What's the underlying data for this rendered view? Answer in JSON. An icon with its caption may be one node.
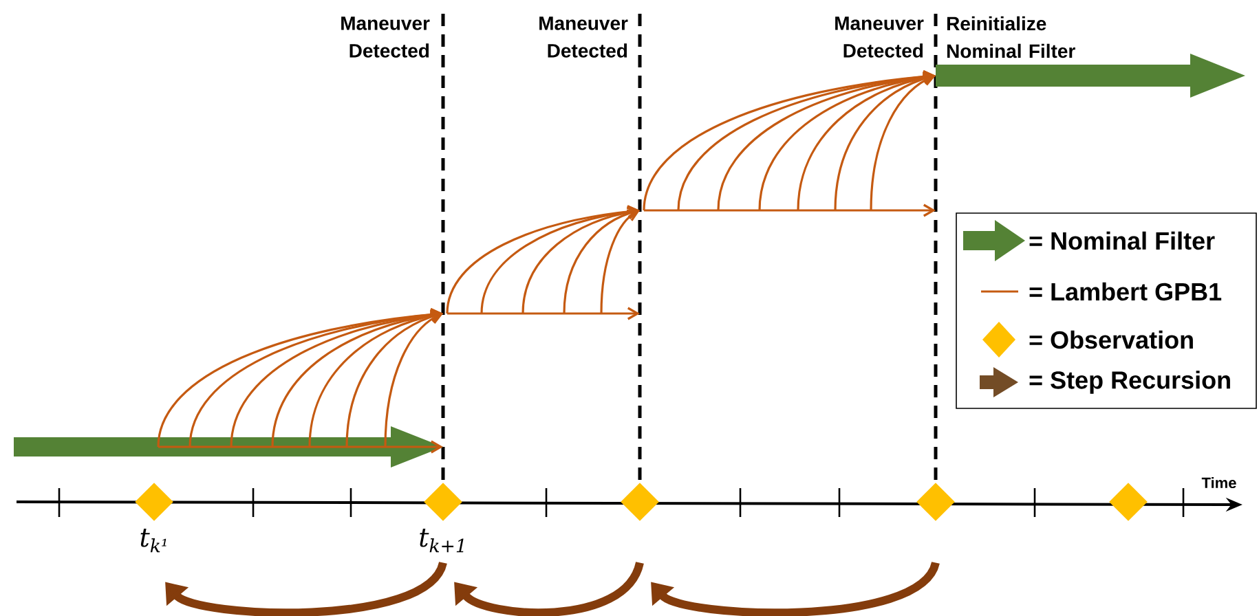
{
  "diagram": {
    "nodes": [
      {
        "text": [],
        "shape": "diamond",
        "beside": [
          "t$_{k¹}$"
        ]
      },
      {
        "text": [],
        "shape": "diamond",
        "beside": [
          "t$_{k+1}$"
        ]
      },
      {
        "text": [],
        "shape": "diamond"
      },
      {
        "text": [],
        "shape": "diamond"
      },
      {
        "text": [],
        "shape": "diamond"
      }
    ],
    "edges": [
      {
        "from": 3,
        "to": 2,
        "arrow": "to"
      },
      {
        "from": 2,
        "to": 1,
        "arrow": "to"
      },
      {
        "from": 1,
        "to": 0,
        "arrow": "to"
      }
    ],
    "labels": [
      "Maneuver Detected",
      "Maneuver Detected",
      "Maneuver Detected",
      "Reinitialize Nominal Filter",
      "Time"
    ],
    "legend": [
      {
        "text": "= Nominal Filter"
      },
      {
        "text": "= Lambert GPB1"
      },
      {
        "text": "= Observation"
      },
      {
        "text": "= Step Recursion"
      }
    ]
  }
}
